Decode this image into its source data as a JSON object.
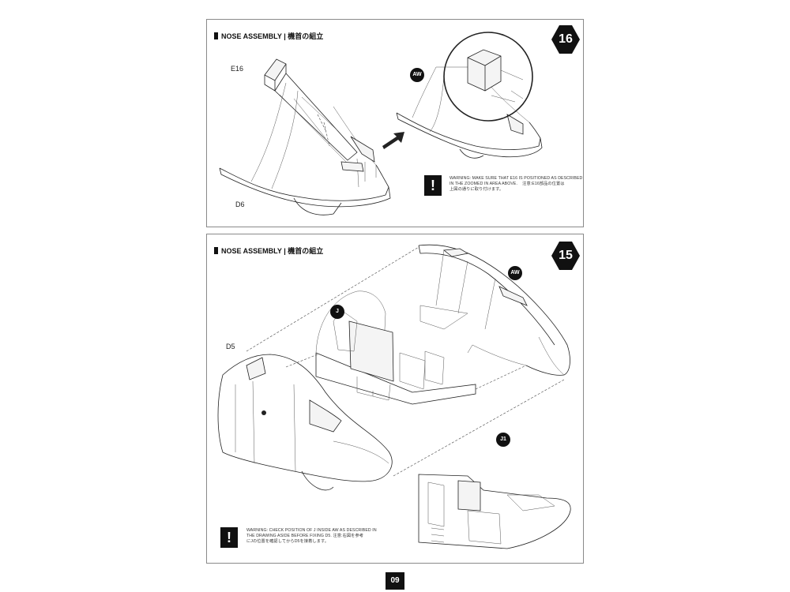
{
  "page": {
    "number": "09"
  },
  "steps": [
    {
      "number": "16",
      "title": "NOSE ASSEMBLY | 機首の組立",
      "parts": [
        "E16",
        "D6"
      ],
      "zoom_callout": "AW",
      "warning": {
        "icon": "!",
        "lines": [
          "WARNING: MAKE SURE THAT E16 IS POSITIONED AS DESCRIBED",
          "IN THE ZOOMED IN AREA ABOVE.    注意:E16部品の位置は",
          "上図の通りに取り付けます。"
        ]
      }
    },
    {
      "number": "15",
      "title": "NOSE ASSEMBLY | 機首の組立",
      "parts": [
        "D5"
      ],
      "callouts": [
        "AW",
        "J",
        "J1"
      ],
      "warning": {
        "icon": "!",
        "lines": [
          "WARNING: CHECK POSITION OF J INSIDE AW AS DESCRIBED IN",
          "THE DRAWING ASIDE BEFORE FIXING D5. 注意:右図を参考",
          "にJの位置を確認してからD5を接着します。"
        ]
      }
    }
  ],
  "icons": {
    "direction_arrow": "arrow-right-icon",
    "warning": "exclamation-icon",
    "zoom": "magnifier-circle-icon"
  }
}
